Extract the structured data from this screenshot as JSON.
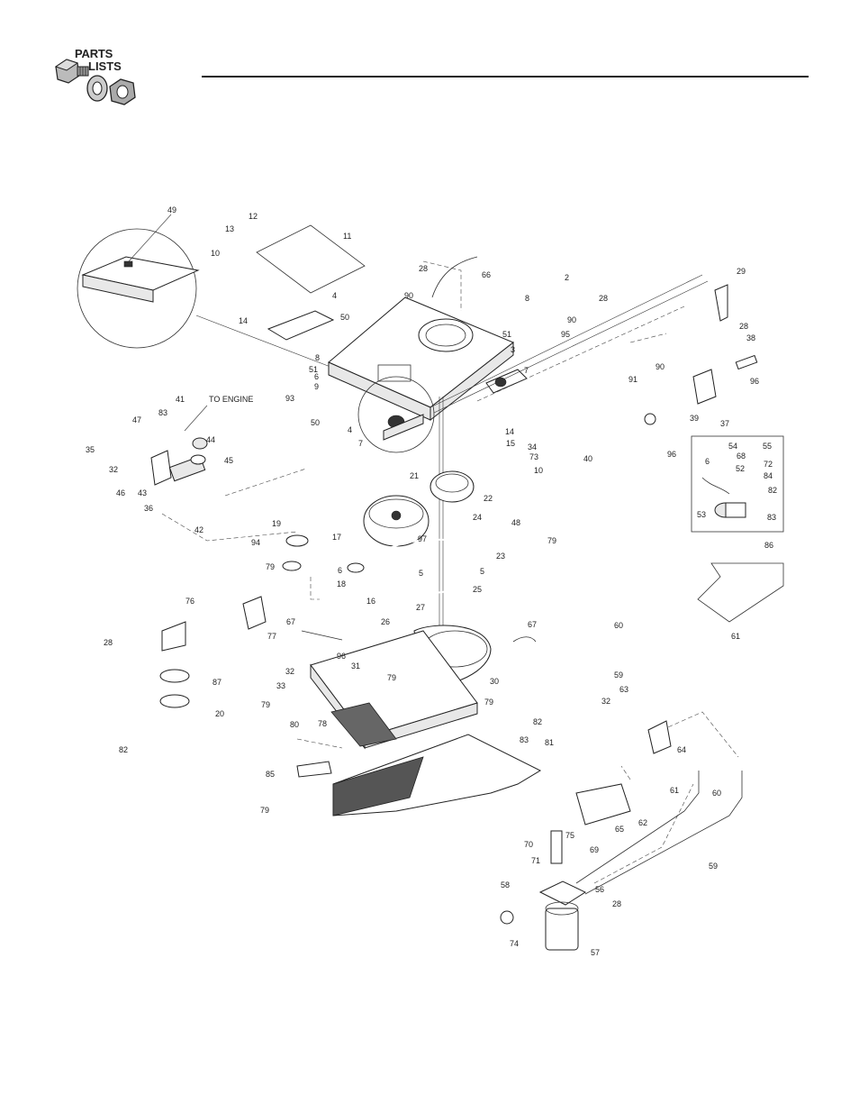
{
  "header": {
    "logo_line1": "PARTS",
    "logo_line2": "LISTS",
    "logo_icon": "bolt-washer-nut-icon"
  },
  "diagram": {
    "annotation": "TO ENGINE",
    "callouts": [
      {
        "label": "49",
        "id": "c49"
      },
      {
        "label": "12",
        "id": "c12"
      },
      {
        "label": "13",
        "id": "c13"
      },
      {
        "label": "10",
        "id": "c10a"
      },
      {
        "label": "11",
        "id": "c11"
      },
      {
        "label": "28",
        "id": "c28a"
      },
      {
        "label": "66",
        "id": "c66"
      },
      {
        "label": "90",
        "id": "c90a"
      },
      {
        "label": "2",
        "id": "c2"
      },
      {
        "label": "8",
        "id": "c8a"
      },
      {
        "label": "28",
        "id": "c28b"
      },
      {
        "label": "90",
        "id": "c90b"
      },
      {
        "label": "29",
        "id": "c29"
      },
      {
        "label": "28",
        "id": "c28c"
      },
      {
        "label": "4",
        "id": "c4a"
      },
      {
        "label": "50",
        "id": "c50a"
      },
      {
        "label": "14",
        "id": "c14a"
      },
      {
        "label": "51",
        "id": "c51a"
      },
      {
        "label": "95",
        "id": "c95"
      },
      {
        "label": "8",
        "id": "c8b"
      },
      {
        "label": "38",
        "id": "c38"
      },
      {
        "label": "3",
        "id": "c3"
      },
      {
        "label": "7",
        "id": "c7a"
      },
      {
        "label": "51",
        "id": "c51b"
      },
      {
        "label": "6",
        "id": "c6a"
      },
      {
        "label": "9",
        "id": "c9"
      },
      {
        "label": "90",
        "id": "c90c"
      },
      {
        "label": "96",
        "id": "c96a"
      },
      {
        "label": "91",
        "id": "c91"
      },
      {
        "label": "41",
        "id": "c41"
      },
      {
        "label": "93",
        "id": "c93"
      },
      {
        "label": "39",
        "id": "c39"
      },
      {
        "label": "37",
        "id": "c37"
      },
      {
        "label": "47",
        "id": "c47"
      },
      {
        "label": "83",
        "id": "c83a"
      },
      {
        "label": "50",
        "id": "c50b"
      },
      {
        "label": "4",
        "id": "c4b"
      },
      {
        "label": "7",
        "id": "c7b"
      },
      {
        "label": "44",
        "id": "c44"
      },
      {
        "label": "14",
        "id": "c14b"
      },
      {
        "label": "15",
        "id": "c15"
      },
      {
        "label": "34",
        "id": "c34"
      },
      {
        "label": "73",
        "id": "c73"
      },
      {
        "label": "40",
        "id": "c40"
      },
      {
        "label": "96",
        "id": "c96b"
      },
      {
        "label": "54",
        "id": "c54"
      },
      {
        "label": "55",
        "id": "c55"
      },
      {
        "label": "35",
        "id": "c35"
      },
      {
        "label": "45",
        "id": "c45"
      },
      {
        "label": "32",
        "id": "c32a"
      },
      {
        "label": "46",
        "id": "c46"
      },
      {
        "label": "43",
        "id": "c43"
      },
      {
        "label": "10",
        "id": "c10b"
      },
      {
        "label": "6",
        "id": "c6b"
      },
      {
        "label": "68",
        "id": "c68"
      },
      {
        "label": "72",
        "id": "c72"
      },
      {
        "label": "52",
        "id": "c52"
      },
      {
        "label": "84",
        "id": "c84"
      },
      {
        "label": "21",
        "id": "c21"
      },
      {
        "label": "22",
        "id": "c22"
      },
      {
        "label": "82",
        "id": "c82a"
      },
      {
        "label": "36",
        "id": "c36"
      },
      {
        "label": "53",
        "id": "c53"
      },
      {
        "label": "83",
        "id": "c83b"
      },
      {
        "label": "42",
        "id": "c42"
      },
      {
        "label": "48",
        "id": "c48"
      },
      {
        "label": "24",
        "id": "c24"
      },
      {
        "label": "79",
        "id": "c79a"
      },
      {
        "label": "19",
        "id": "c19"
      },
      {
        "label": "86",
        "id": "c86"
      },
      {
        "label": "94",
        "id": "c94"
      },
      {
        "label": "17",
        "id": "c17"
      },
      {
        "label": "97",
        "id": "c97"
      },
      {
        "label": "23",
        "id": "c23"
      },
      {
        "label": "79",
        "id": "c79b"
      },
      {
        "label": "6",
        "id": "c6c"
      },
      {
        "label": "18",
        "id": "c18"
      },
      {
        "label": "5",
        "id": "c5a"
      },
      {
        "label": "5",
        "id": "c5b"
      },
      {
        "label": "16",
        "id": "c16"
      },
      {
        "label": "25",
        "id": "c25"
      },
      {
        "label": "76",
        "id": "c76"
      },
      {
        "label": "27",
        "id": "c27"
      },
      {
        "label": "67",
        "id": "c67a"
      },
      {
        "label": "26",
        "id": "c26"
      },
      {
        "label": "67",
        "id": "c67b"
      },
      {
        "label": "60",
        "id": "c60a"
      },
      {
        "label": "77",
        "id": "c77"
      },
      {
        "label": "61",
        "id": "c61a"
      },
      {
        "label": "28",
        "id": "c28d"
      },
      {
        "label": "96",
        "id": "c96c"
      },
      {
        "label": "31",
        "id": "c31"
      },
      {
        "label": "30",
        "id": "c30"
      },
      {
        "label": "59",
        "id": "c59a"
      },
      {
        "label": "87",
        "id": "c87"
      },
      {
        "label": "32",
        "id": "c32b"
      },
      {
        "label": "79",
        "id": "c79c"
      },
      {
        "label": "33",
        "id": "c33"
      },
      {
        "label": "63",
        "id": "c63"
      },
      {
        "label": "32",
        "id": "c32c"
      },
      {
        "label": "79",
        "id": "c79d"
      },
      {
        "label": "79",
        "id": "c79e"
      },
      {
        "label": "20",
        "id": "c20"
      },
      {
        "label": "78",
        "id": "c78"
      },
      {
        "label": "82",
        "id": "c82b"
      },
      {
        "label": "64",
        "id": "c64"
      },
      {
        "label": "80",
        "id": "c80"
      },
      {
        "label": "83",
        "id": "c83c"
      },
      {
        "label": "82",
        "id": "c82c"
      },
      {
        "label": "81",
        "id": "c81"
      },
      {
        "label": "85",
        "id": "c85"
      },
      {
        "label": "61",
        "id": "c61b"
      },
      {
        "label": "60",
        "id": "c60b"
      },
      {
        "label": "79",
        "id": "c79f"
      },
      {
        "label": "62",
        "id": "c62"
      },
      {
        "label": "65",
        "id": "c65"
      },
      {
        "label": "75",
        "id": "c75"
      },
      {
        "label": "70",
        "id": "c70"
      },
      {
        "label": "69",
        "id": "c69"
      },
      {
        "label": "59",
        "id": "c59b"
      },
      {
        "label": "71",
        "id": "c71"
      },
      {
        "label": "58",
        "id": "c58"
      },
      {
        "label": "56",
        "id": "c56"
      },
      {
        "label": "28",
        "id": "c28e"
      },
      {
        "label": "74",
        "id": "c74"
      },
      {
        "label": "57",
        "id": "c57"
      }
    ]
  }
}
